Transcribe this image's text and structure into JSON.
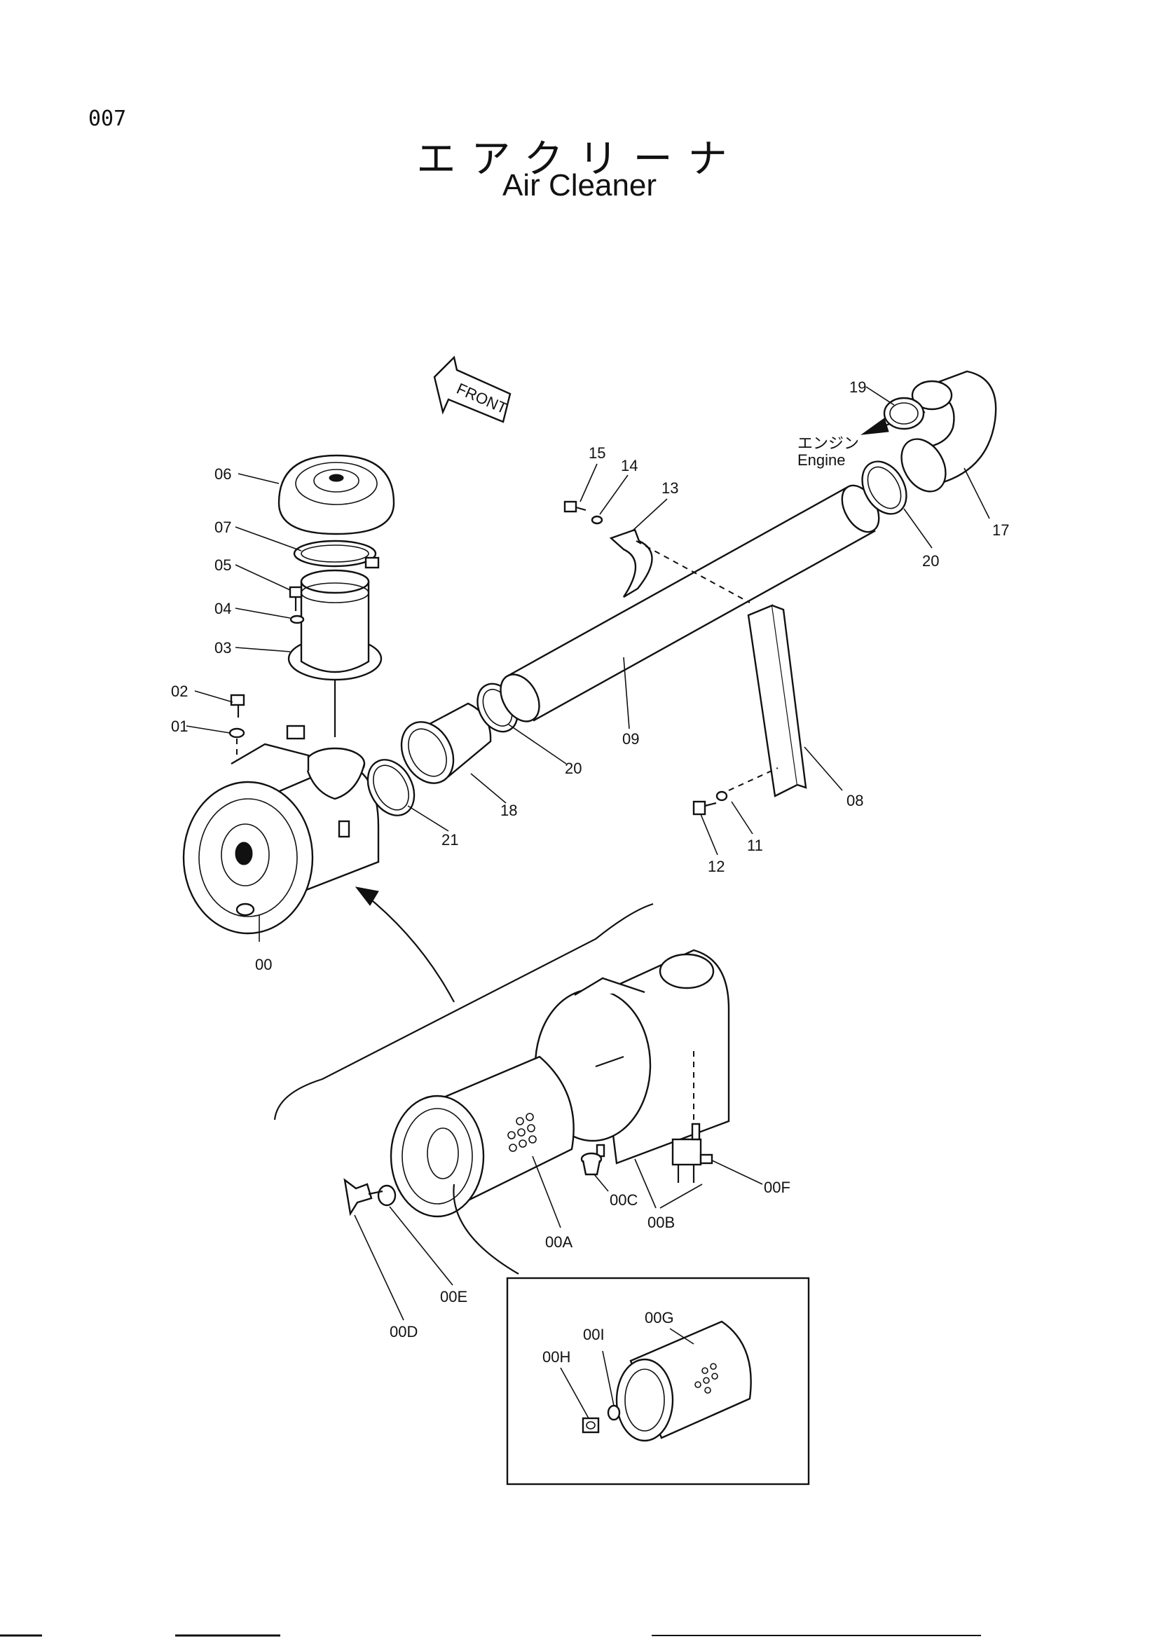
{
  "page_number": "007",
  "title_jp": "エアクリーナ",
  "title_en": "Air Cleaner",
  "orientation": {
    "front": "FRONT",
    "engine_jp": "エンジン",
    "engine_en": "Engine"
  },
  "callouts": [
    "00",
    "01",
    "02",
    "03",
    "04",
    "05",
    "06",
    "07",
    "08",
    "09",
    "11",
    "12",
    "13",
    "14",
    "15",
    "17",
    "18",
    "19",
    "20",
    "20",
    "21",
    "00A",
    "00B",
    "00C",
    "00D",
    "00E",
    "00F",
    "00G",
    "00H",
    "00I"
  ],
  "colors": {
    "ink": "#111111",
    "paper": "#ffffff"
  }
}
